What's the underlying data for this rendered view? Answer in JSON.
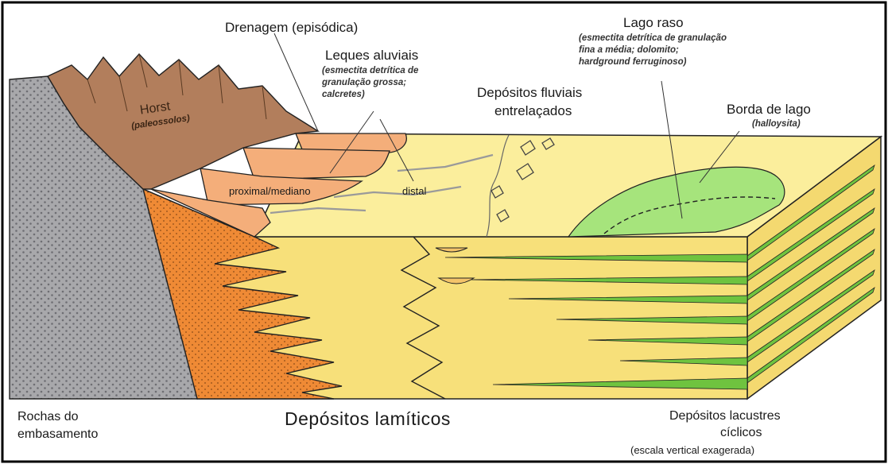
{
  "labels": {
    "drenagem": "Drenagem (episódica)",
    "lago_raso": "Lago raso",
    "lago_raso_desc": [
      "(esmectita detrítica de granulação",
      "fina a média; dolomito;",
      "hardground ferruginoso)"
    ],
    "leques": "Leques aluviais",
    "leques_desc": [
      "(esmectita detrítica de",
      "granulação grossa;",
      "calcretes)"
    ],
    "horst": "Horst",
    "horst_desc": "(paleossolos)",
    "fluviais": [
      "Depósitos fluviais",
      "entrelaçados"
    ],
    "borda": "Borda de lago",
    "borda_desc": "(halloysita)",
    "proximal": "proximal/mediano",
    "distal": "distal",
    "rochas": [
      "Rochas do",
      "embasamento"
    ],
    "lamiticos": "Depósitos lamíticos",
    "lacustres": [
      "Depósitos lacustres",
      "cíclicos"
    ],
    "escala": "(escala vertical exagerada)"
  },
  "colors": {
    "basement": "#a8a8ab",
    "horst": "#b27e5c",
    "fan": "#f4ae7a",
    "alluvial_orange": "#ef8a35",
    "lamitic_yellow": "#f7e07a",
    "surface_yellow": "#fbee9c",
    "lake_green": "#a6e47c",
    "side_yellow": "#f4d970",
    "lacustrine_green": "#6fc33f"
  }
}
